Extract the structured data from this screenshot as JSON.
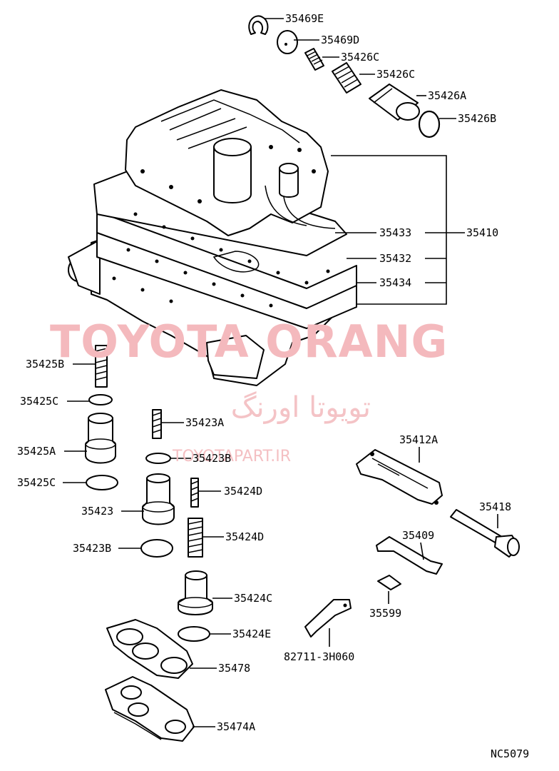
{
  "diagram": {
    "code": "NC5079",
    "watermark": {
      "brand": "TOYOTA ORANG",
      "farsi": "تویوتا اورنگ",
      "url": "TOYOTAPART.IR"
    },
    "labels": {
      "p35469E": "35469E",
      "p35469D": "35469D",
      "p35426C_a": "35426C",
      "p35426C_b": "35426C",
      "p35426A": "35426A",
      "p35426B": "35426B",
      "p35433": "35433",
      "p35410": "35410",
      "p35432": "35432",
      "p35434": "35434",
      "p35425B": "35425B",
      "p35425C_a": "35425C",
      "p35425A": "35425A",
      "p35425C_b": "35425C",
      "p35423A": "35423A",
      "p35423B_a": "35423B",
      "p35424D_a": "35424D",
      "p35423": "35423",
      "p35424D_b": "35424D",
      "p35423B_b": "35423B",
      "p35424C": "35424C",
      "p35424E": "35424E",
      "p35478": "35478",
      "p35474A": "35474A",
      "p35412A": "35412A",
      "p35418": "35418",
      "p35409": "35409",
      "p35599": "35599",
      "p82711": "82711-3H060"
    }
  }
}
